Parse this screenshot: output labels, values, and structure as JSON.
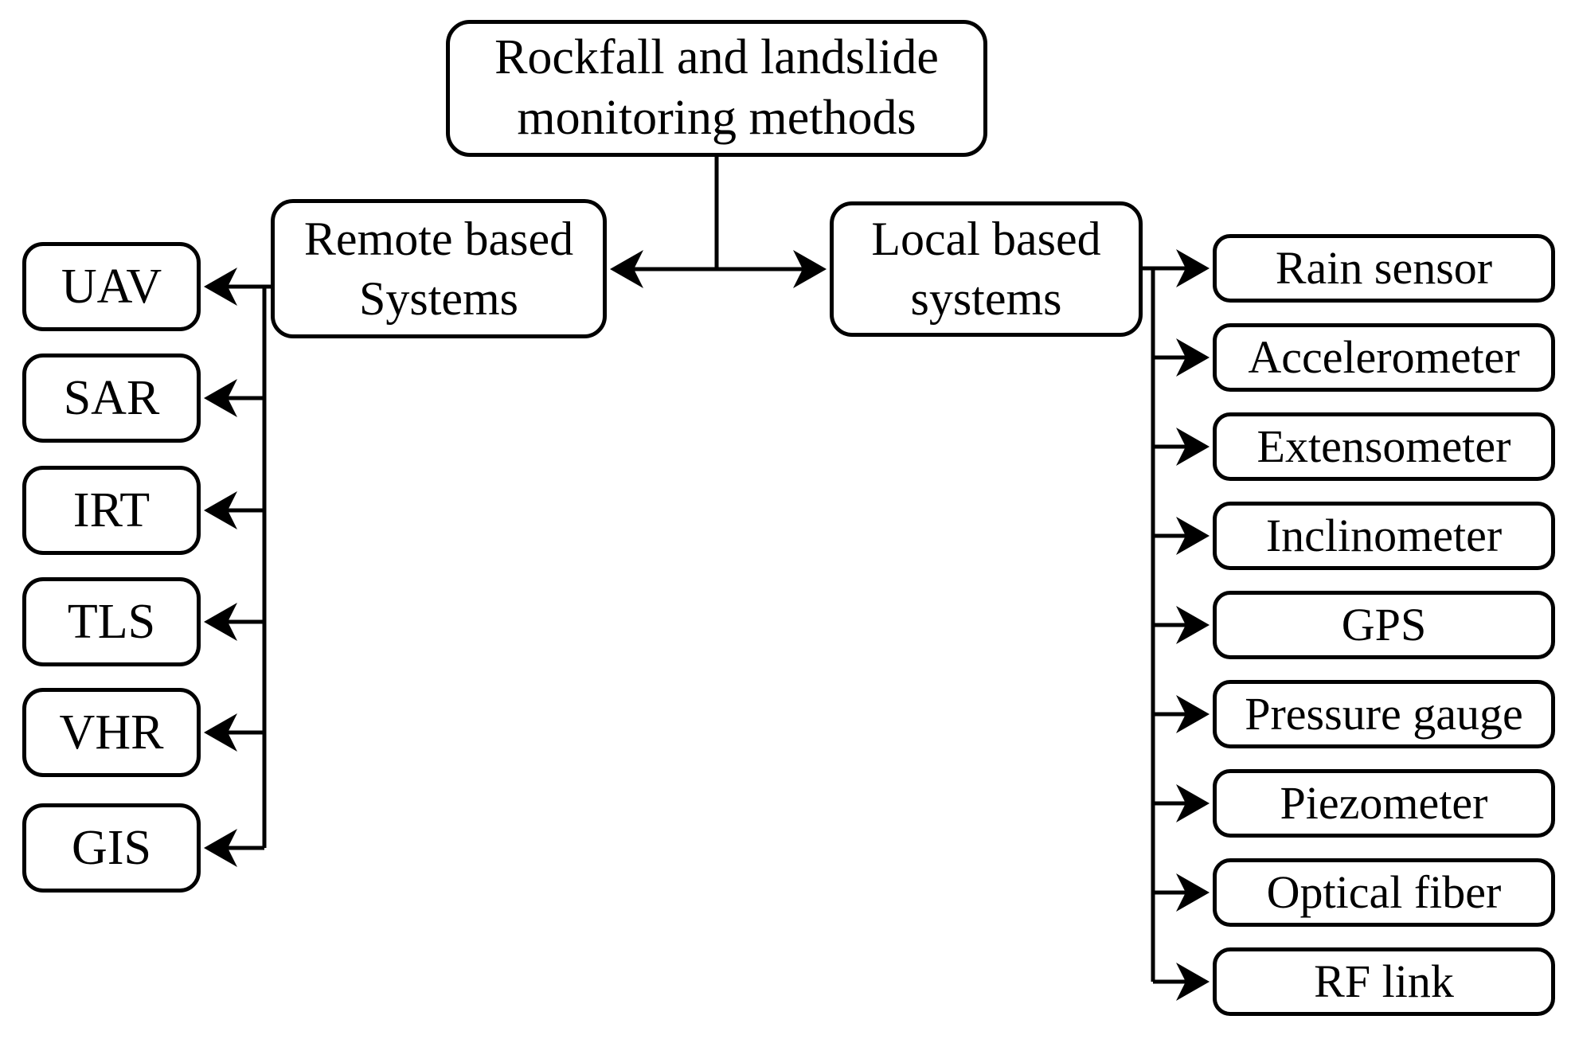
{
  "colors": {
    "stroke": "#000000",
    "background": "#ffffff",
    "box_fill": "#ffffff",
    "text": "#000000"
  },
  "root": {
    "label": "Rockfall and landslide monitoring methods",
    "lines": [
      "Rockfall and landslide",
      "monitoring methods"
    ]
  },
  "remote_branch": {
    "label": "Remote based Systems",
    "lines": [
      "Remote based",
      "Systems"
    ],
    "children": [
      "UAV",
      "SAR",
      "IRT",
      "TLS",
      "VHR",
      "GIS"
    ]
  },
  "local_branch": {
    "label": "Local based systems",
    "lines": [
      "Local based",
      "systems"
    ],
    "children": [
      "Rain sensor",
      "Accelerometer",
      "Extensometer",
      "Inclinometer",
      "GPS",
      "Pressure gauge",
      "Piezometer",
      "Optical fiber",
      "RF link"
    ]
  }
}
